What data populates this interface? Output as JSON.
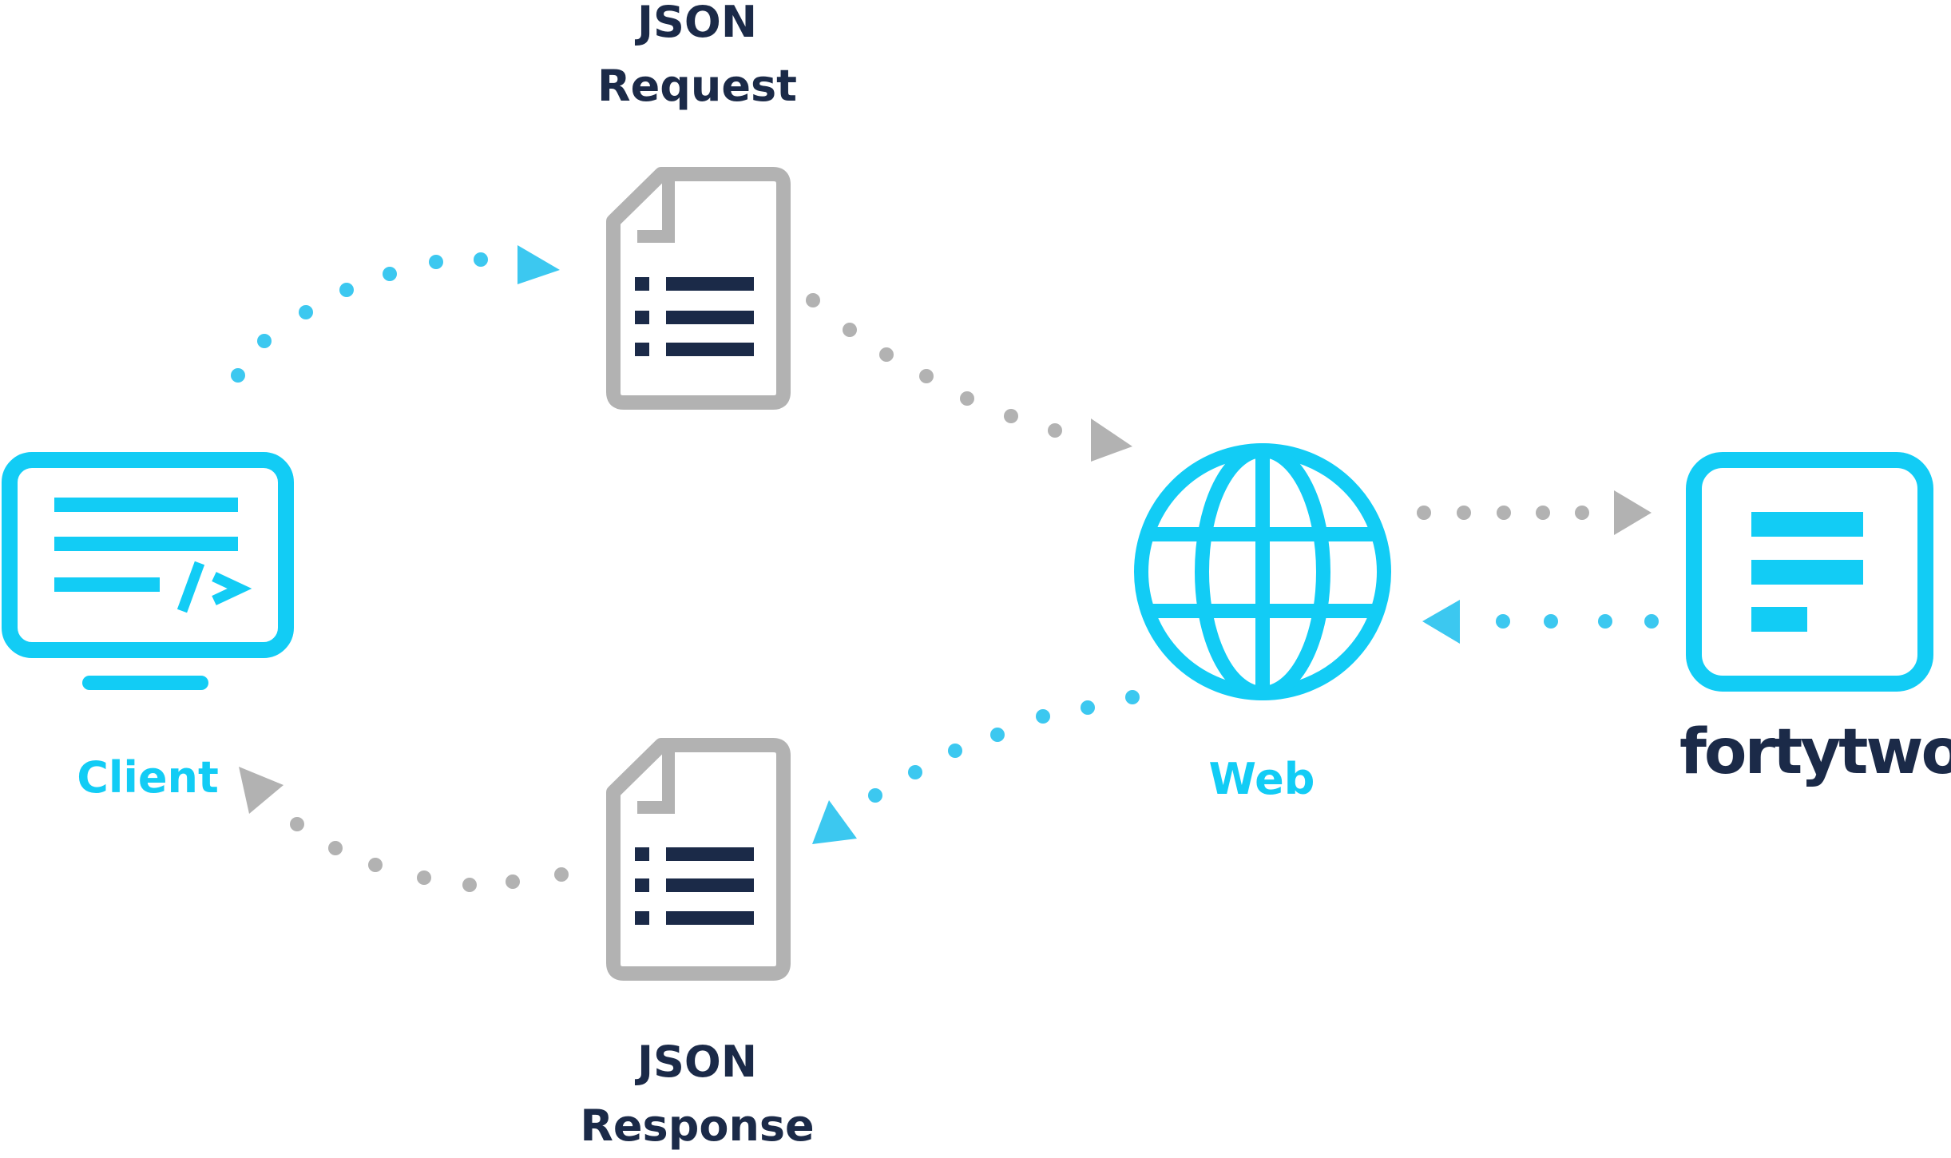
{
  "labels": {
    "request_line1": "JSON",
    "request_line2": "Request",
    "response_line1": "JSON",
    "response_line2": "Response",
    "client": "Client",
    "web": "Web",
    "brand": "fortytwo"
  },
  "colors": {
    "accent": "#12ccf5",
    "dark": "#1b2a48",
    "gray": "#b2b2b2"
  },
  "icons": [
    "monitor-code-icon",
    "document-icon",
    "globe-icon",
    "fortytwo-logo-icon",
    "arrow-icon"
  ]
}
